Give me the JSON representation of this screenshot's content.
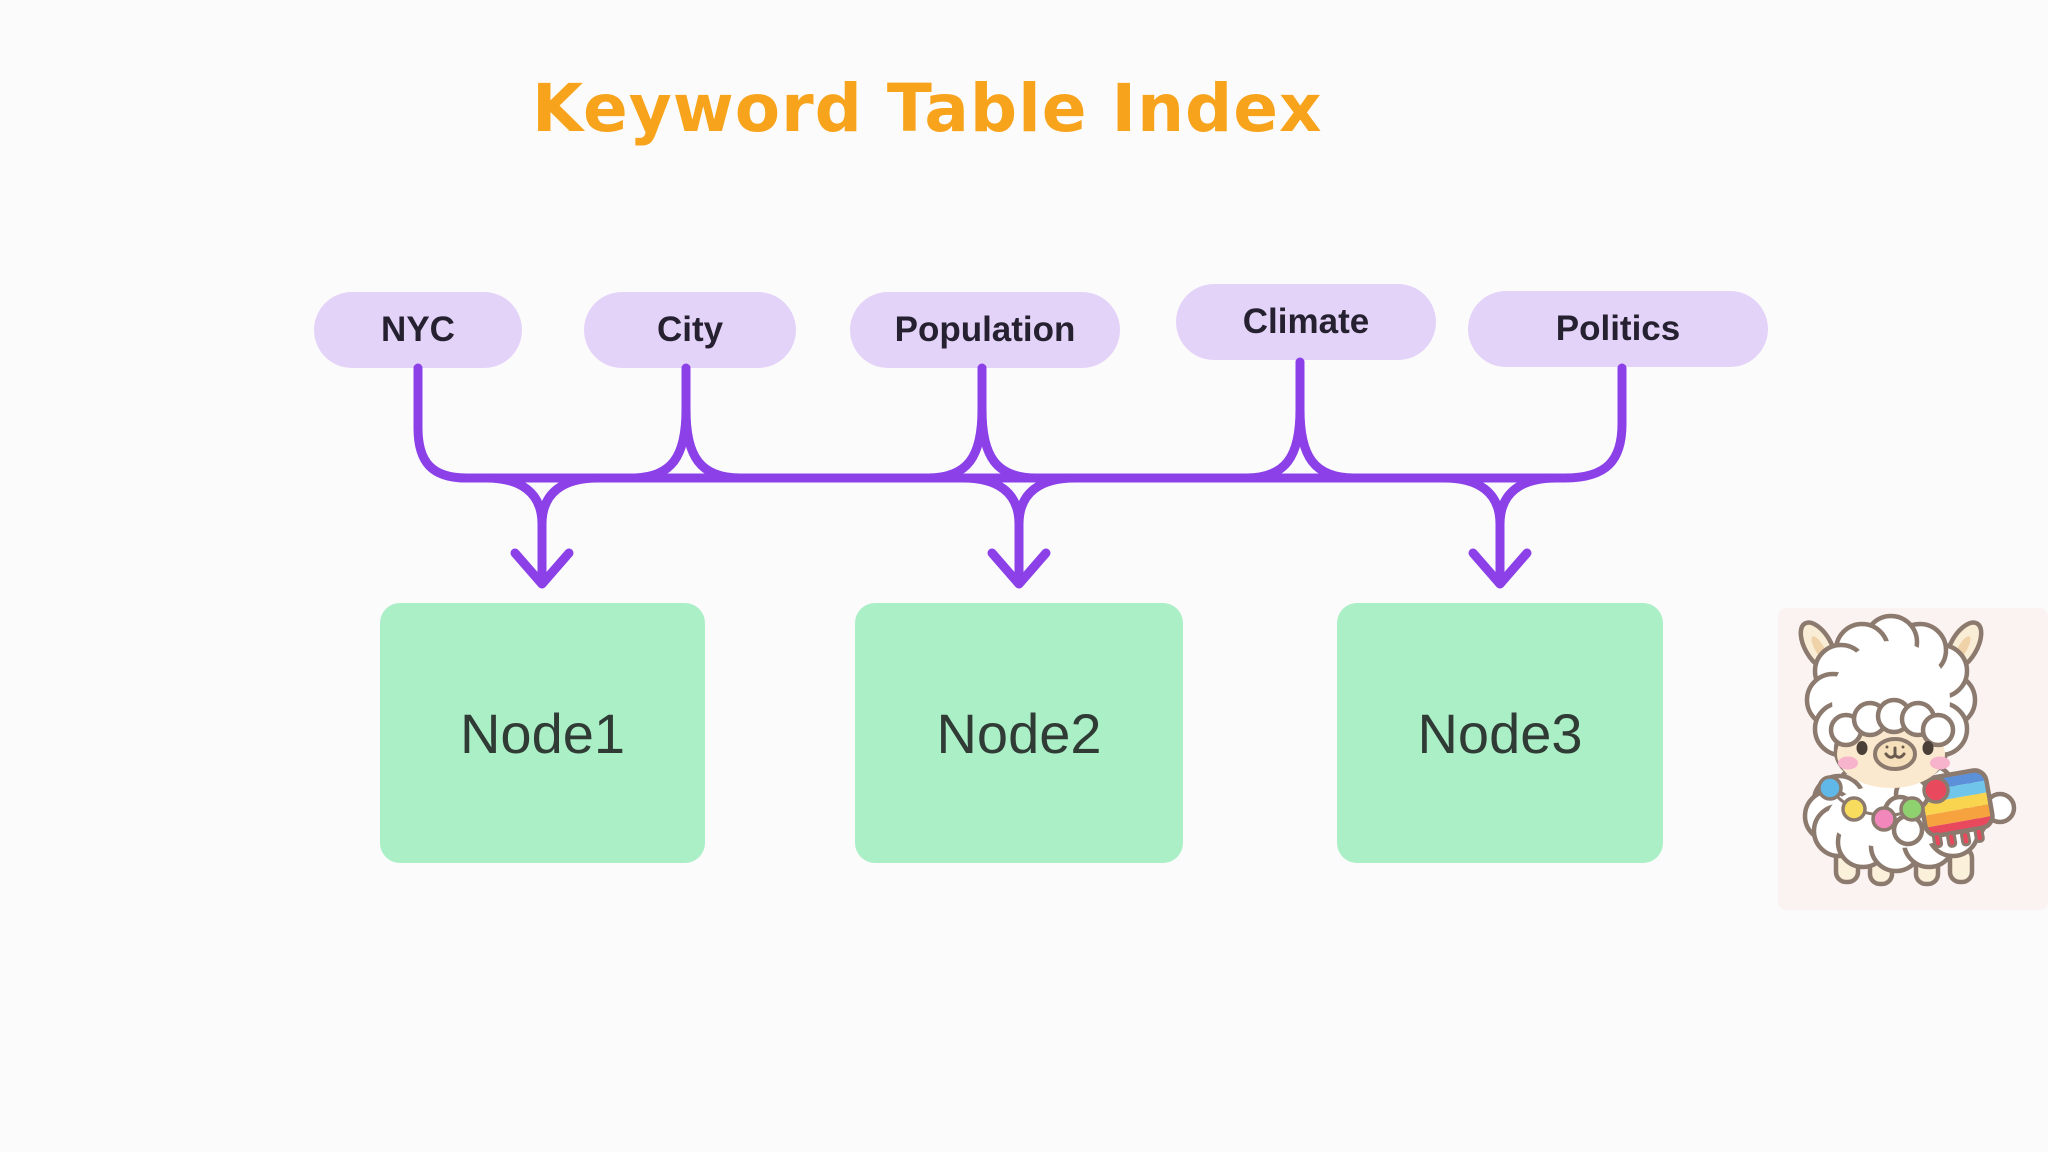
{
  "title": {
    "text": "Keyword Table Index"
  },
  "keywords": [
    {
      "label": "NYC"
    },
    {
      "label": "City"
    },
    {
      "label": "Population"
    },
    {
      "label": "Climate"
    },
    {
      "label": "Politics"
    }
  ],
  "nodes": [
    {
      "label": "Node1"
    },
    {
      "label": "Node2"
    },
    {
      "label": "Node3"
    }
  ],
  "connections": {
    "style": "keyword pills drop into a shared horizontal bus line that funnels into three downward arrows",
    "arrows_into": [
      "Node1",
      "Node2",
      "Node3"
    ]
  },
  "mascot": {
    "name": "alpaca-mascot",
    "description": "kawaii white alpaca with rainbow blanket and pom-pom garland"
  },
  "colors": {
    "page-bg": "#FCFBFC",
    "title-color": "#F7A41C",
    "pill-bg": "#E4D3F8",
    "pill-text": "#262130",
    "arrow-color": "#8B40E8",
    "node-bg": "#ABEFC7",
    "node-text": "#2F3B34",
    "mascot-bg": "#FBF3F2"
  }
}
